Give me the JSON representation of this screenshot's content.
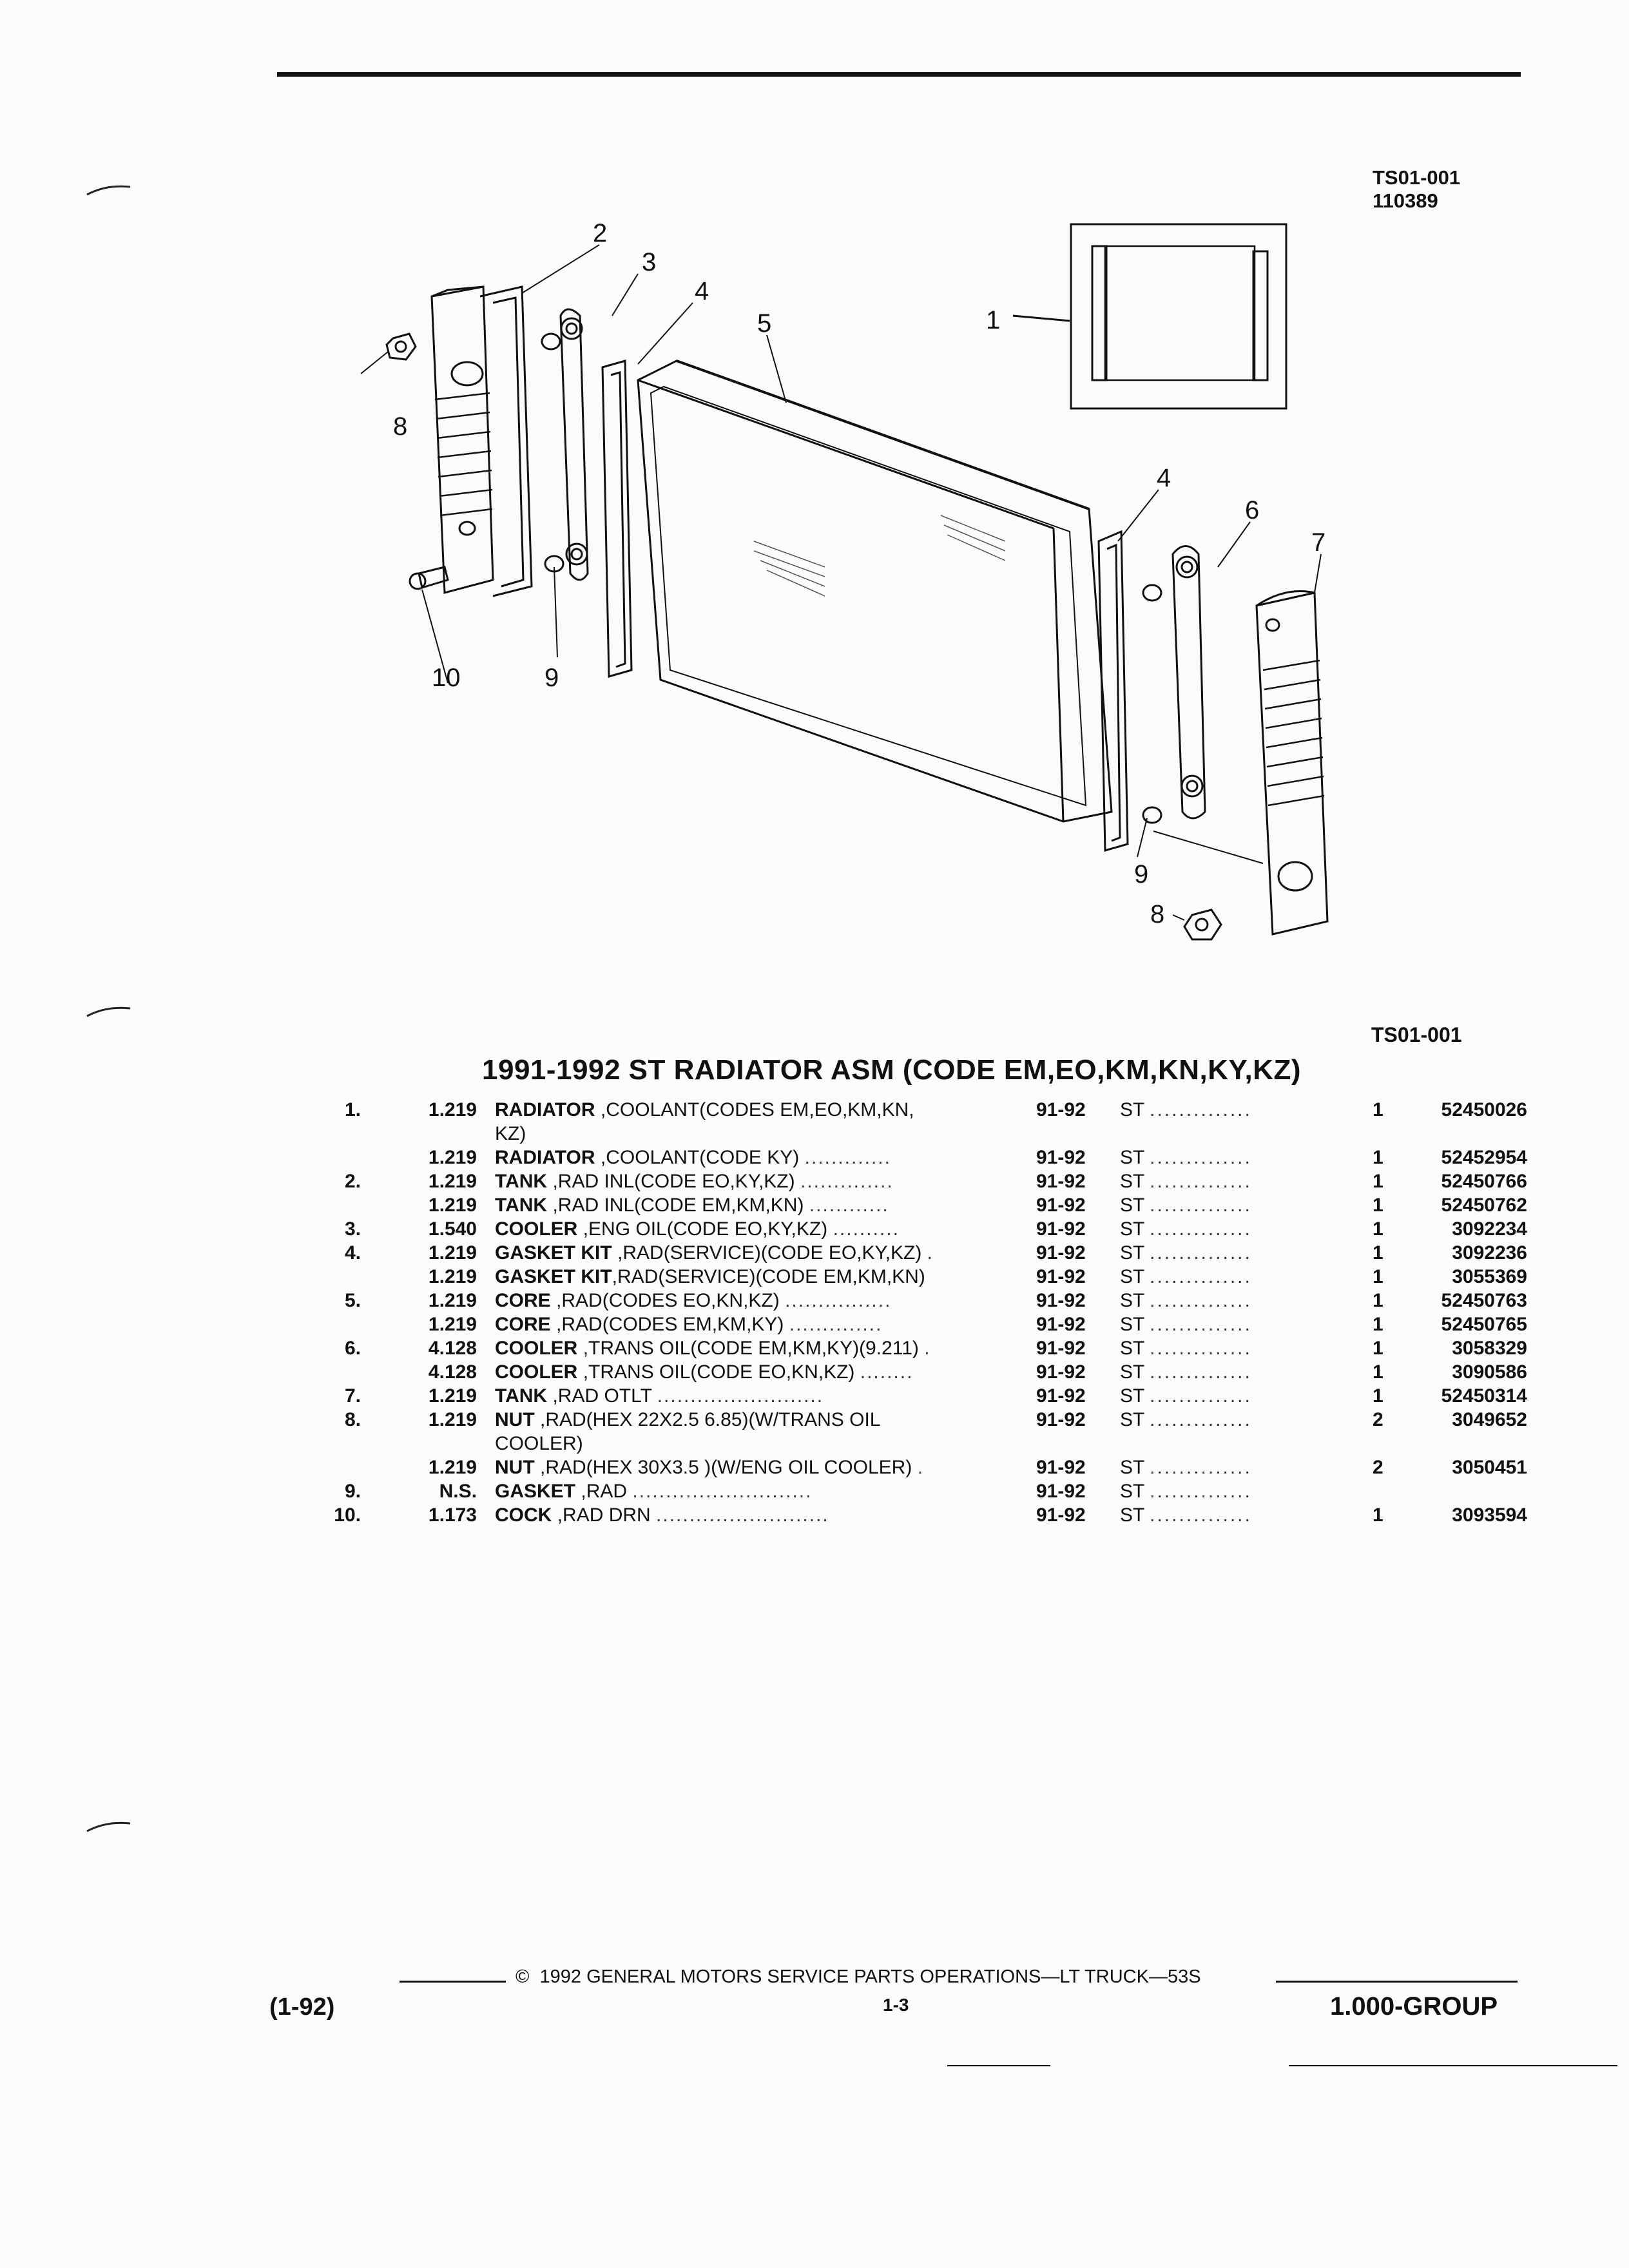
{
  "header": {
    "ref_code": "TS01-001",
    "ref_number": "110389"
  },
  "diagram": {
    "callouts": [
      "1",
      "2",
      "3",
      "4",
      "5",
      "4",
      "6",
      "7",
      "8",
      "9",
      "10",
      "9",
      "8"
    ]
  },
  "bottom_ref": "TS01-001",
  "section_title": "1991-1992 ST RADIATOR ASM (CODE EM,EO,KM,KN,KY,KZ)",
  "parts": [
    {
      "idx": "1.",
      "group": "1.219",
      "name": "RADIATOR",
      "desc": ",COOLANT(CODES EM,EO,KM,KN,",
      "desc2": "KZ)",
      "years": "91-92",
      "series": "ST",
      "qty": "1",
      "part_no": "52450026"
    },
    {
      "idx": "",
      "group": "1.219",
      "name": "RADIATOR",
      "desc": ",COOLANT(CODE KY)",
      "years": "91-92",
      "series": "ST",
      "qty": "1",
      "part_no": "52452954"
    },
    {
      "idx": "2.",
      "group": "1.219",
      "name": "TANK",
      "desc": ",RAD INL(CODE EO,KY,KZ)",
      "years": "91-92",
      "series": "ST",
      "qty": "1",
      "part_no": "52450766"
    },
    {
      "idx": "",
      "group": "1.219",
      "name": "TANK",
      "desc": ",RAD INL(CODE EM,KM,KN)",
      "years": "91-92",
      "series": "ST",
      "qty": "1",
      "part_no": "52450762"
    },
    {
      "idx": "3.",
      "group": "1.540",
      "name": "COOLER",
      "desc": ",ENG OIL(CODE EO,KY,KZ)",
      "years": "91-92",
      "series": "ST",
      "qty": "1",
      "part_no": "3092234"
    },
    {
      "idx": "4.",
      "group": "1.219",
      "name": "GASKET KIT",
      "desc": ",RAD(SERVICE)(CODE EO,KY,KZ)",
      "years": "91-92",
      "series": "ST",
      "qty": "1",
      "part_no": "3092236"
    },
    {
      "idx": "",
      "group": "1.219",
      "name": "GASKET KIT",
      "desc": ",RAD(SERVICE)(CODE EM,KM,KN)",
      "years": "91-92",
      "series": "ST",
      "qty": "1",
      "part_no": "3055369"
    },
    {
      "idx": "5.",
      "group": "1.219",
      "name": "CORE",
      "desc": ",RAD(CODES EO,KN,KZ)",
      "years": "91-92",
      "series": "ST",
      "qty": "1",
      "part_no": "52450763"
    },
    {
      "idx": "",
      "group": "1.219",
      "name": "CORE",
      "desc": ",RAD(CODES EM,KM,KY)",
      "years": "91-92",
      "series": "ST",
      "qty": "1",
      "part_no": "52450765"
    },
    {
      "idx": "6.",
      "group": "4.128",
      "name": "COOLER",
      "desc": ",TRANS OIL(CODE EM,KM,KY)(9.211)",
      "years": "91-92",
      "series": "ST",
      "qty": "1",
      "part_no": "3058329"
    },
    {
      "idx": "",
      "group": "4.128",
      "name": "COOLER",
      "desc": ",TRANS OIL(CODE EO,KN,KZ)",
      "years": "91-92",
      "series": "ST",
      "qty": "1",
      "part_no": "3090586"
    },
    {
      "idx": "7.",
      "group": "1.219",
      "name": "TANK",
      "desc": ",RAD OTLT",
      "years": "91-92",
      "series": "ST",
      "qty": "1",
      "part_no": "52450314"
    },
    {
      "idx": "8.",
      "group": "1.219",
      "name": "NUT",
      "desc": ",RAD(HEX 22X2.5 6.85)(W/TRANS OIL",
      "desc2": "COOLER)",
      "years": "91-92",
      "series": "ST",
      "qty": "2",
      "part_no": "3049652"
    },
    {
      "idx": "",
      "group": "1.219",
      "name": "NUT",
      "desc": ",RAD(HEX 30X3.5 )(W/ENG OIL COOLER)",
      "years": "91-92",
      "series": "ST",
      "qty": "2",
      "part_no": "3050451"
    },
    {
      "idx": "9.",
      "group": "N.S.",
      "name": "GASKET",
      "desc": ",RAD",
      "years": "91-92",
      "series": "ST",
      "qty": "",
      "part_no": ""
    },
    {
      "idx": "10.",
      "group": "1.173",
      "name": "COCK",
      "desc": ",RAD DRN",
      "years": "91-92",
      "series": "ST",
      "qty": "1",
      "part_no": "3093594"
    }
  ],
  "footer": {
    "date_code": "(1-92)",
    "copyright_symbol": "©",
    "copyright": "1992  GENERAL MOTORS SERVICE PARTS OPERATIONS—LT TRUCK—53S",
    "page": "1-3",
    "group": "1.000-GROUP"
  }
}
